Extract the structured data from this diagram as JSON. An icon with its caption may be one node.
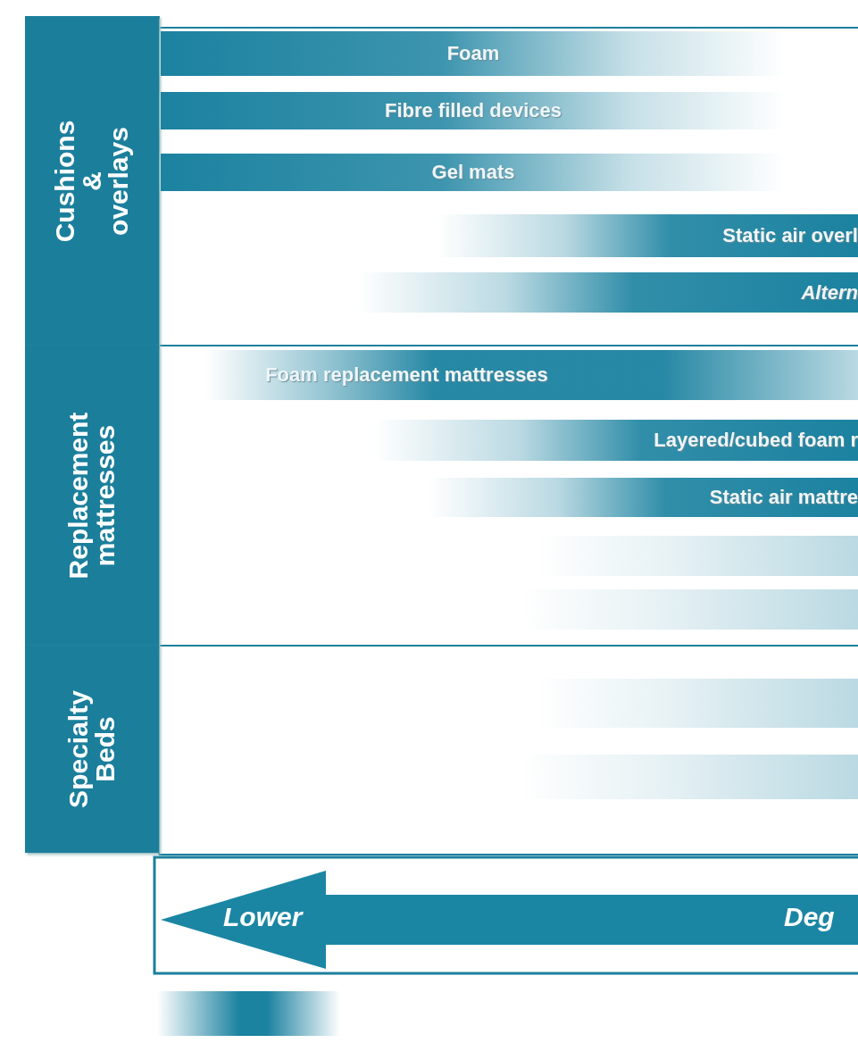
{
  "diagram": {
    "nodes": [
      {
        "text": [
          "Cushions & overlays"
        ]
      },
      {
        "text": [
          "Foam"
        ]
      },
      {
        "text": [
          "Fibre filled devices"
        ]
      },
      {
        "text": [
          "Gel mats"
        ]
      },
      {
        "text": [
          "Static air overl"
        ]
      },
      {
        "text": [
          "Altern"
        ]
      },
      {
        "text": [
          "Replacement mattresses"
        ]
      },
      {
        "text": [
          "Foam replacement mattresses"
        ]
      },
      {
        "text": [
          "Layered/cubed foam r"
        ]
      },
      {
        "text": [
          "Static air mattre"
        ]
      },
      {
        "text": [],
        "shape": "bar"
      },
      {
        "text": [],
        "shape": "bar"
      },
      {
        "text": [
          "Specialty Beds"
        ]
      },
      {
        "text": [],
        "shape": "bar"
      },
      {
        "text": [],
        "shape": "bar"
      }
    ],
    "edges": [],
    "labels": [
      "Lower",
      "Deg"
    ]
  }
}
